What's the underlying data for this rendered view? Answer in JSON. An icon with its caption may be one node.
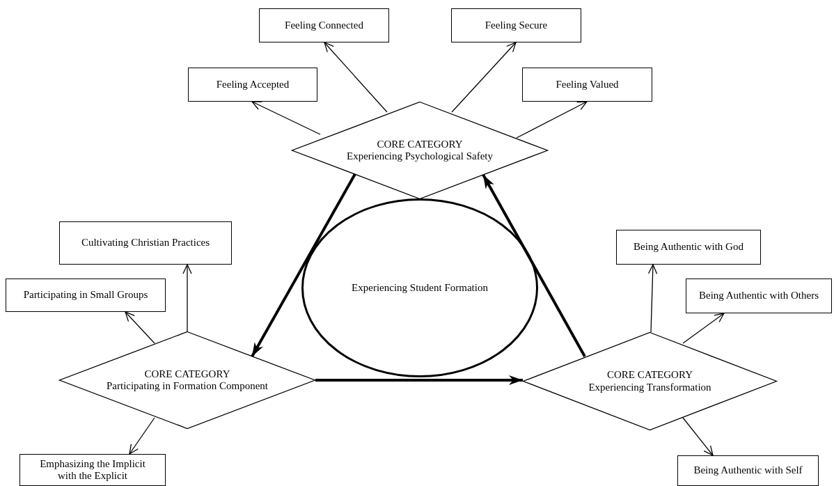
{
  "diagram": {
    "nodes": [
      {
        "text": [
          "Feeling Connected"
        ]
      },
      {
        "text": [
          "Feeling Secure"
        ]
      },
      {
        "text": [
          "Feeling Accepted"
        ]
      },
      {
        "text": [
          "Feeling Valued"
        ]
      },
      {
        "text": [
          "CORE CATEGORY",
          "Experiencing Psychological Safety"
        ]
      },
      {
        "text": [
          "Experiencing Student Formation"
        ]
      },
      {
        "text": [
          "Cultivating Christian Practices"
        ]
      },
      {
        "text": [
          "Being Authentic with God"
        ]
      },
      {
        "text": [
          "Participating in Small Groups"
        ]
      },
      {
        "text": [
          "Being Authentic with Others"
        ]
      },
      {
        "text": [
          "CORE CATEGORY",
          "Participating in Formation Component"
        ]
      },
      {
        "text": [
          "CORE CATEGORY",
          "Experiencing Transformation"
        ]
      },
      {
        "text": [
          "Emphasizing the Implicit with the Explicit"
        ]
      },
      {
        "text": [
          "Being Authentic with Self"
        ]
      }
    ],
    "edges": [
      {
        "from": 4,
        "to": 2,
        "arrow": "to"
      },
      {
        "from": 4,
        "to": 0,
        "arrow": "to"
      },
      {
        "from": 4,
        "to": 1,
        "arrow": "to"
      },
      {
        "from": 4,
        "to": 3,
        "arrow": "to"
      },
      {
        "from": 4,
        "to": 10,
        "arrow": "to",
        "style": "thick"
      },
      {
        "from": 10,
        "to": 11,
        "arrow": "to",
        "style": "thick"
      },
      {
        "from": 11,
        "to": 4,
        "arrow": "to",
        "style": "thick"
      },
      {
        "from": 10,
        "to": 6,
        "arrow": "to"
      },
      {
        "from": 10,
        "to": 8,
        "arrow": "to"
      },
      {
        "from": 10,
        "to": 12,
        "arrow": "to"
      },
      {
        "from": 11,
        "to": 7,
        "arrow": "to"
      },
      {
        "from": 11,
        "to": 9,
        "arrow": "to"
      },
      {
        "from": 11,
        "to": 13,
        "arrow": "to"
      }
    ]
  }
}
